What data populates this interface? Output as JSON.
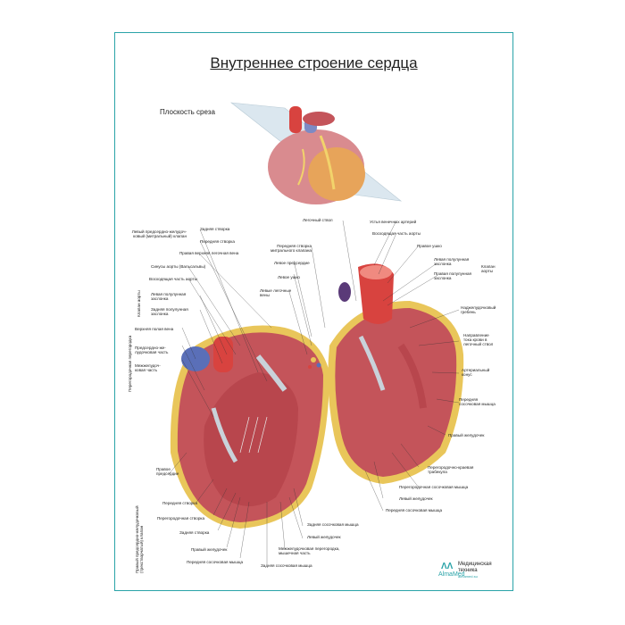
{
  "title": "Внутреннее строение сердца",
  "plane_label": "Плоскость среза",
  "left_labels": [
    "Левый предсердно-желудоч-\nковый (митральный) клапан",
    "Задняя створка",
    "Передняя створка",
    "Правая верхняя легочная вена",
    "Синусы аорты (Вальсальвы)",
    "Восходящая часть аорты",
    "Левая полулунная\nзаслонка",
    "Задняя полулунная\nзаслонка",
    "Верхняя полая вена",
    "Предсердно-же-\nлудочковая часть",
    "Межжелудоч-\nковая часть",
    "Правое\nпредсердие",
    "Передняя створка",
    "Перегородочная створка",
    "Задняя створка",
    "Правый желудочек",
    "Передняя сосочковая мышца"
  ],
  "center_labels": [
    "Легочный ствол",
    "Передняя створка\nмитрального клапана",
    "Левое предсердие",
    "Левое ушко",
    "Левые легочные\nвены",
    "Задняя сосочковая мышца",
    "Левый желудочек",
    "Межжелудочковая перегородка,\nмышечная часть",
    "Задняя сосочковая мышца"
  ],
  "right_labels": [
    "Устья венечных артерий",
    "Восходящая часть аорты",
    "Правое ушко",
    "Левая полулунная\nзаслонка",
    "Правая полулунная\nзаслонка",
    "Наджелудочковый\nгребень",
    "Направление\nтока крови в\nлегочный ствол",
    "Артериальный\nконус",
    "Передняя\nсосочковая мышца",
    "Правый желудочек",
    "Перегородочно-краевая\nтрабекула",
    "Перегородочная сосочковая мышца",
    "Левый желудочек",
    "Передняя сосочковая мышца"
  ],
  "group_labels": {
    "aortic_valve": "Клапан\nаорты",
    "aortic_valve_left": "Клапан аорты",
    "septum": "Перегородочная перегородка",
    "tricuspid": "Правый предсердно-желудочковый\n(трехстворчатый) клапан"
  },
  "brand": {
    "logo_text": "AlmaMed",
    "tagline": "Медицинская\nтехника",
    "url": "almamed.su"
  },
  "colors": {
    "frame": "#2aa3a8",
    "muscle": "#c4545a",
    "muscle_dark": "#8f2d33",
    "fat": "#e9c65a",
    "aorta": "#d8433f",
    "vein": "#5a6fb8",
    "valve": "#c9d2da"
  }
}
